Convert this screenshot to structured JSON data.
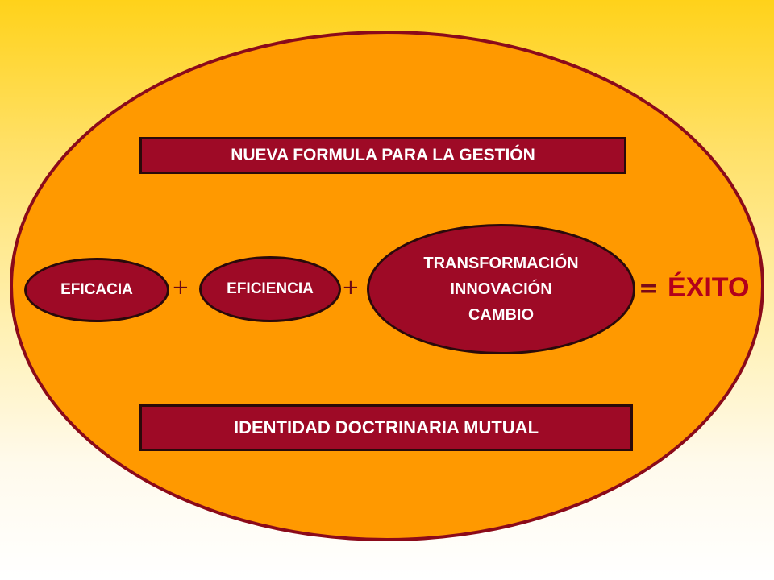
{
  "diagram": {
    "top_banner": "NUEVA FORMULA PARA LA GESTIÓN",
    "bottom_banner": "IDENTIDAD DOCTRINARIA MUTUAL",
    "terms": {
      "eficacia": "EFICACIA",
      "eficiencia": "EFICIENCIA",
      "transformacion_lines": [
        "TRANSFORMACIÓN",
        "INNOVACIÓN",
        "CAMBIO"
      ]
    },
    "operators": {
      "plus": "+",
      "equals": "="
    },
    "result": "ÉXITO"
  },
  "colors": {
    "background_top": "#FFD21A",
    "oval_fill": "#FF9900",
    "oval_border": "#8B0A1A",
    "shape_fill": "#9E0A26",
    "result_text": "#B3001B"
  }
}
